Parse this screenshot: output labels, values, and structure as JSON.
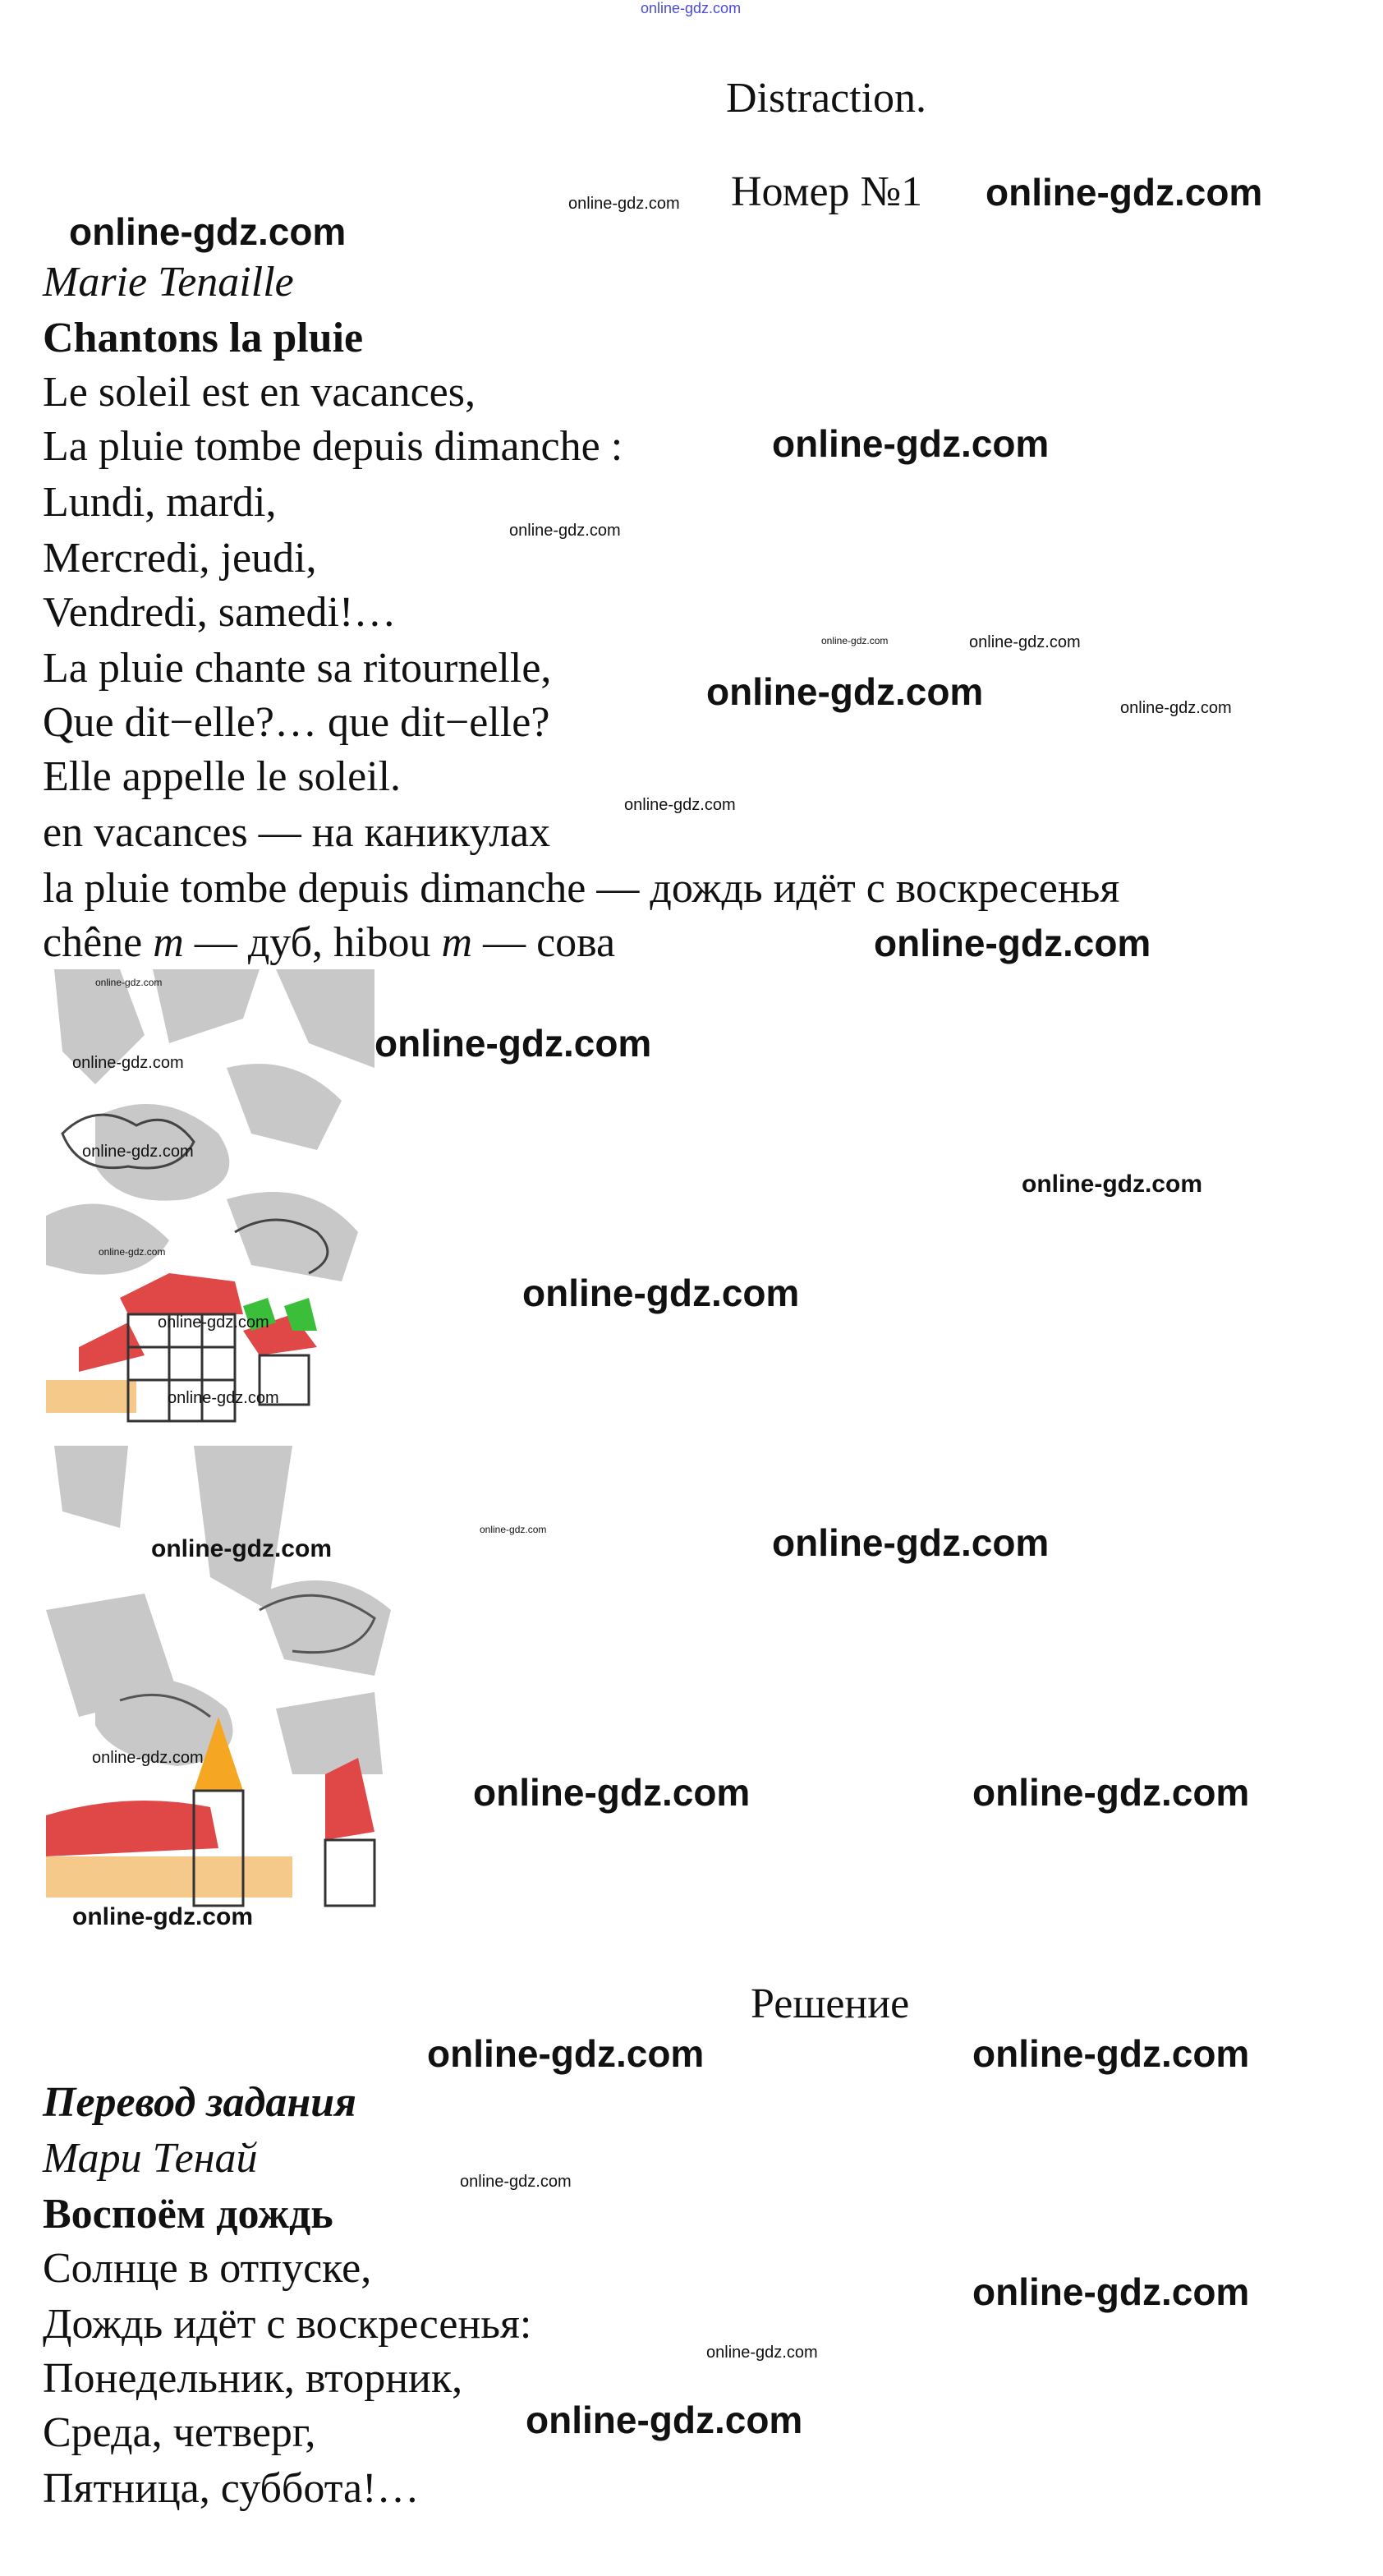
{
  "watermark": "online-gdz.com",
  "title": "Distraction.",
  "number": "Номер №1",
  "poem": {
    "author": "Marie Tenaille",
    "title": "Chantons la pluie",
    "lines": [
      "Le soleil est en vacances,",
      "La pluie tombe depuis dimanche :",
      "Lundi, mardi,",
      "Mercredi, jeudi,",
      "Vendredi, samedi!…",
      "La pluie chante sa ritournelle,",
      "Que dit−elle?… que dit−elle?",
      "Elle appelle le soleil."
    ],
    "glossary": [
      "en vacances — на каникулах",
      "la pluie tombe depuis dimanche — дождь идёт с воскресенья"
    ],
    "glossary_last": {
      "w1": "chêne ",
      "g1": "m",
      "t1": " — дуб, hibou ",
      "g2": "m",
      "t2": " — сова"
    }
  },
  "solution": {
    "heading": "Решение",
    "task_label": "Перевод задания",
    "author": "Мари Тенай",
    "title": "Воспоём дождь",
    "lines": [
      "Солнце в отпуске,",
      "Дождь идёт с воскресенья:",
      "Понедельник, вторник,",
      "Среда, четверг,",
      "Пятница, суббота!…"
    ]
  },
  "colors": {
    "roof_red": "#e04848",
    "sand": "#f5c98a",
    "green": "#3bbf3b",
    "orange": "#f5a623",
    "gray": "#c8c8c8"
  }
}
